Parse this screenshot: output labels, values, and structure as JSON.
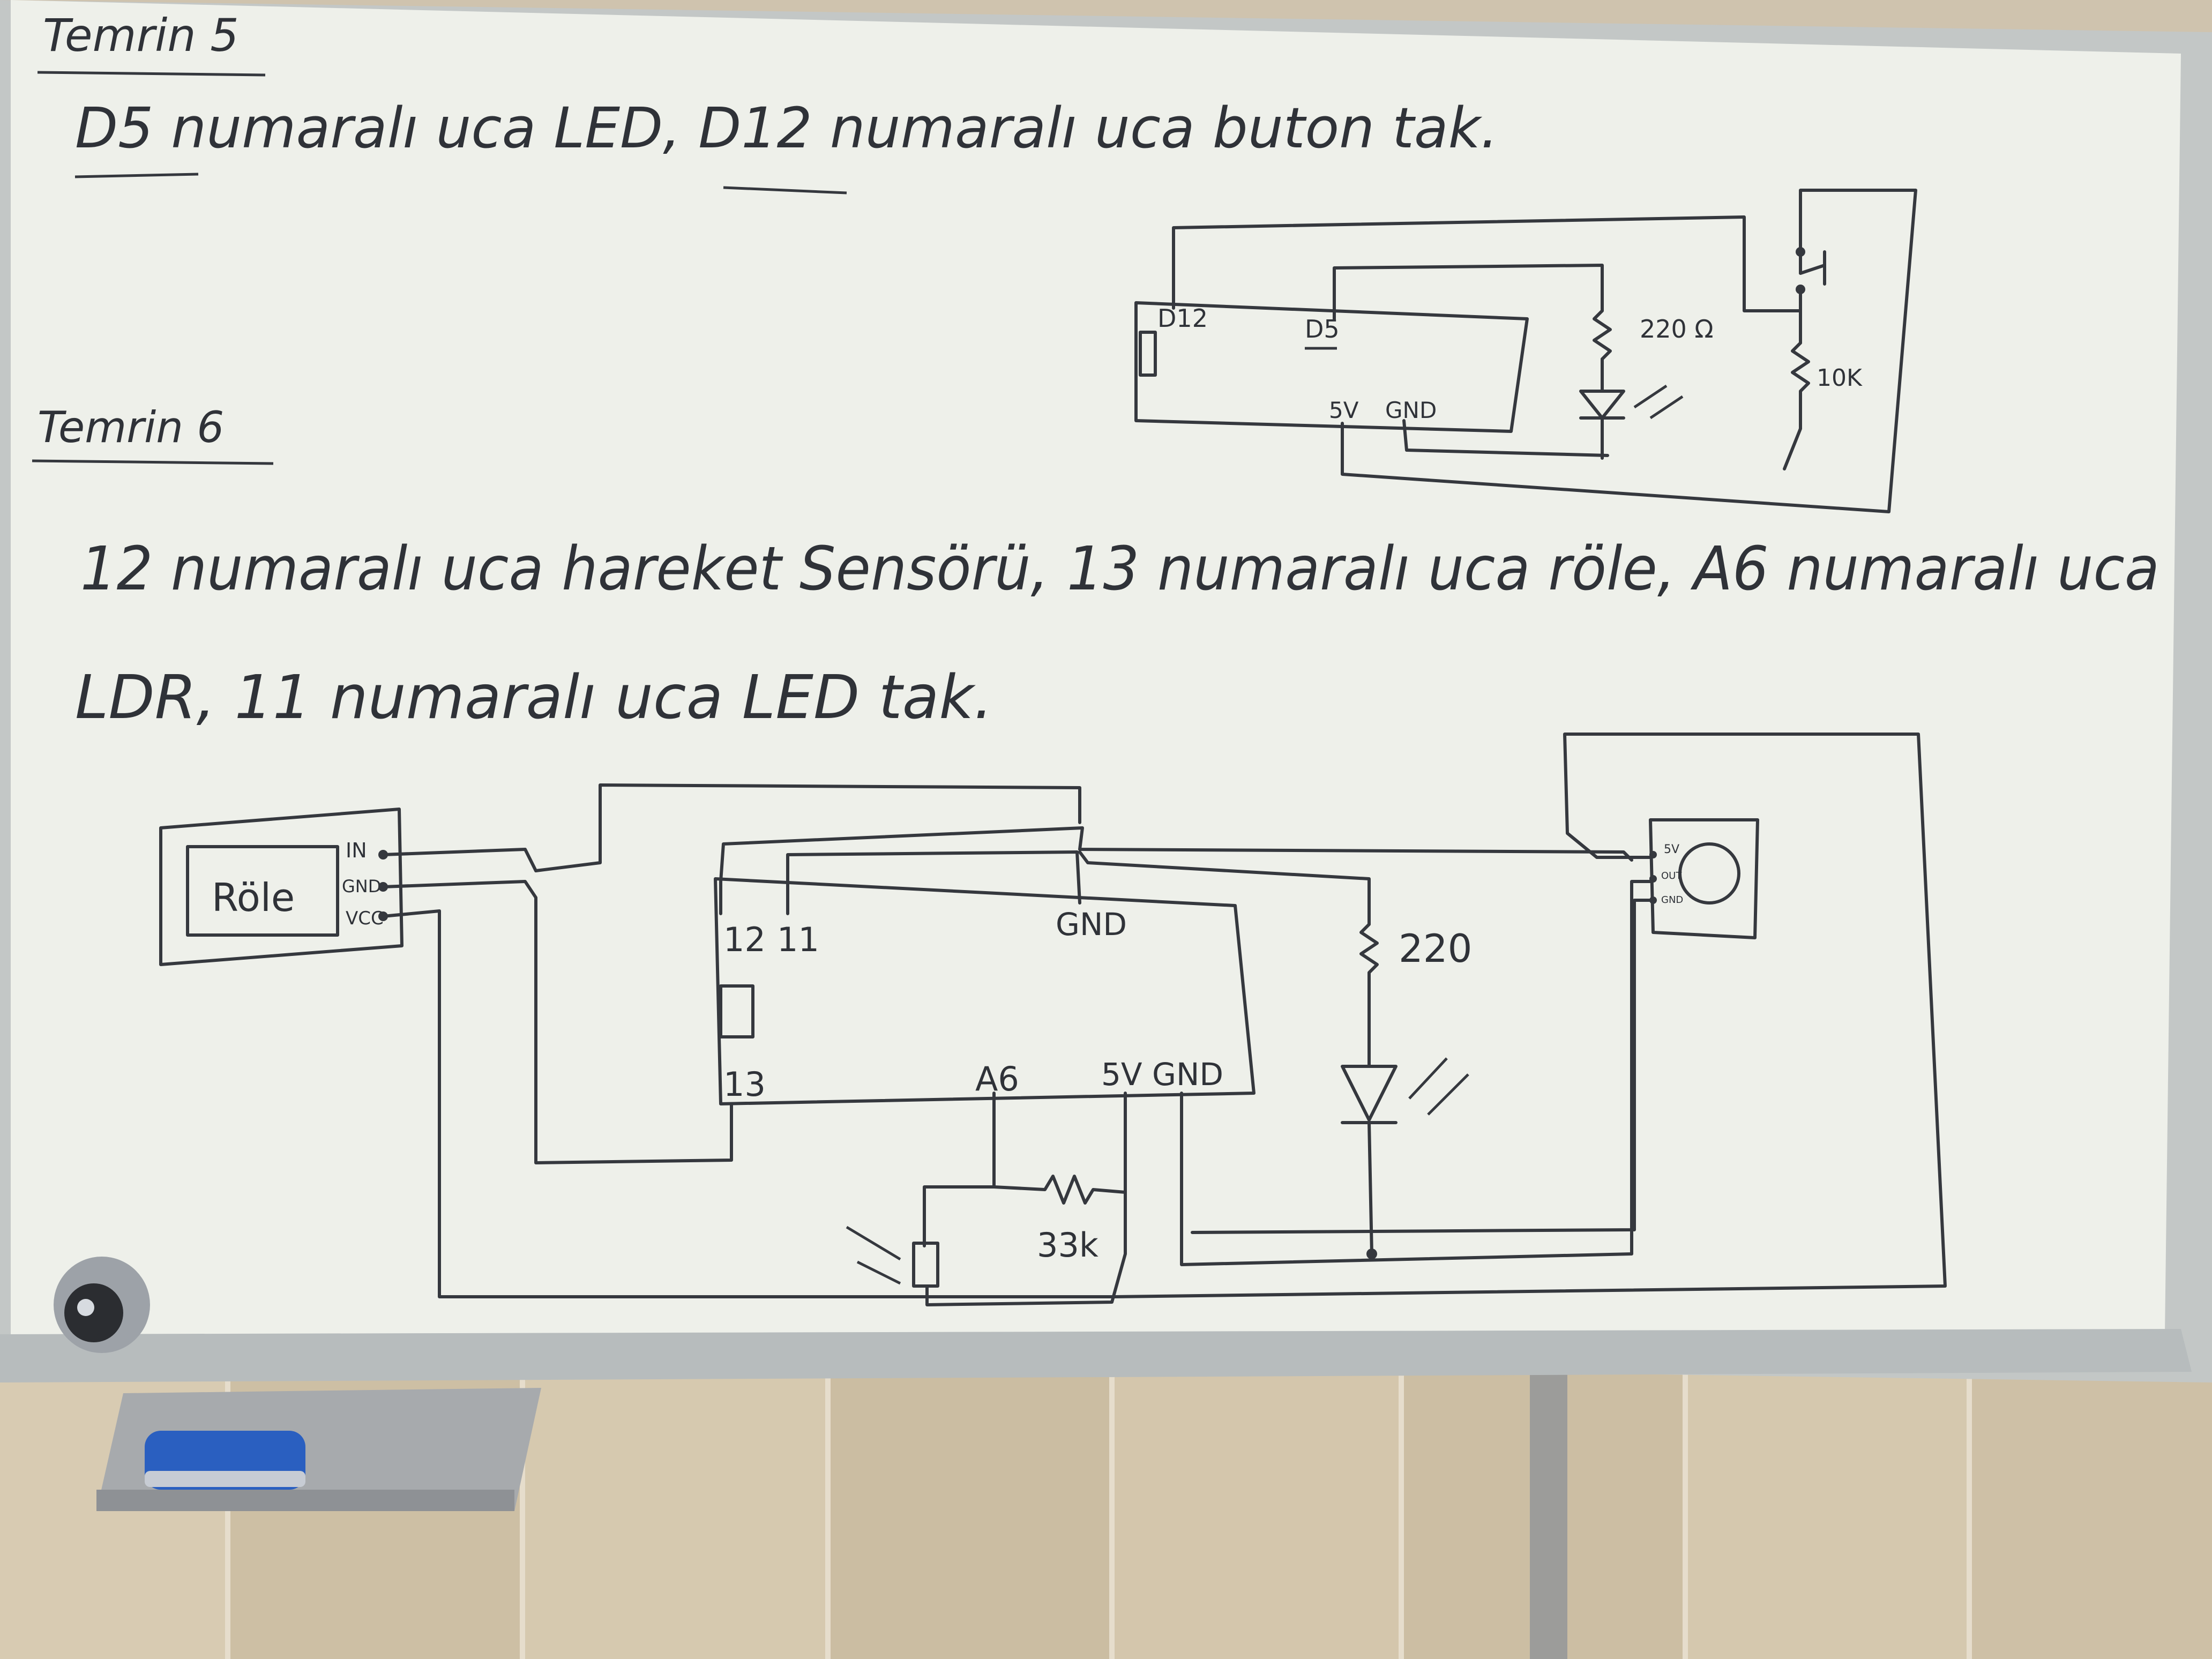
{
  "exercise5": {
    "title": "Temrin 5",
    "instruction": "D5 numaralı uca LED, D12 numaralı uca buton tak.",
    "circuit": {
      "pin_d12": "D12",
      "pin_d5": "D5",
      "pin_5v": "5V",
      "pin_gnd": "GND",
      "resistor_led": "220 Ω",
      "resistor_button": "10K"
    }
  },
  "exercise6": {
    "title": "Temrin 6",
    "instruction_line1": "12 numaralı uca hareket Sensörü, 13 numaralı uca röle, A6 numaralı uca",
    "instruction_line2": "LDR, 11 numaralı uca LED tak.",
    "circuit": {
      "relay_label": "Röle",
      "relay_pin_in": "IN",
      "relay_pin_gnd": "GND",
      "relay_pin_vcc": "VCC",
      "pin_12": "12",
      "pin_11": "11",
      "pin_gnd_top": "GND",
      "pin_13": "13",
      "pin_a6": "A6",
      "pin_5v": "5V",
      "pin_gnd_bottom": "GND",
      "resistor_led": "220",
      "resistor_ldr": "33k",
      "sensor_pin_5v": "5V",
      "sensor_pin_out": "OUT",
      "sensor_pin_gnd": "GND"
    }
  },
  "colors": {
    "whiteboard": "#eef0ea",
    "frame": "#b9bdbd",
    "marker": "#2f3238",
    "wall_tile": "#d2c4aa",
    "eraser": "#2a5fc0"
  }
}
